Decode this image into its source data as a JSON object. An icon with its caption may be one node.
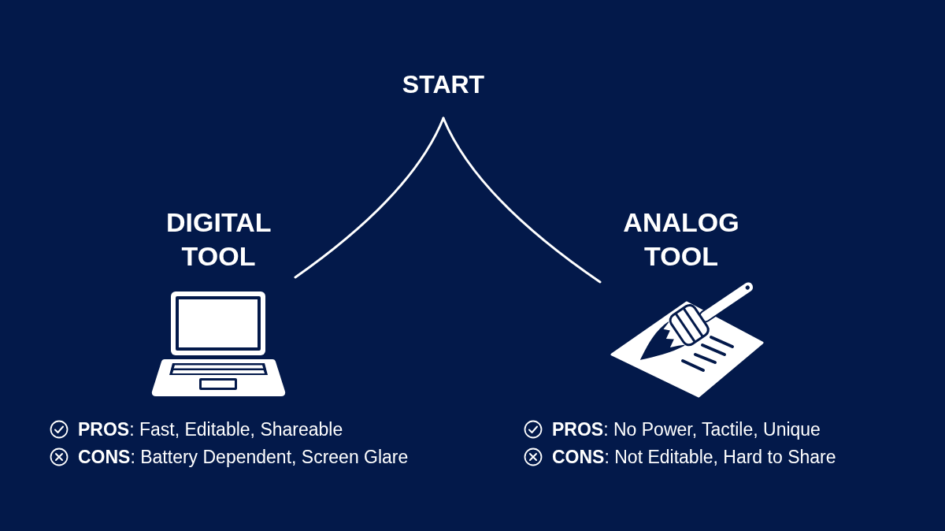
{
  "diagram": {
    "nodes": [
      {
        "text": [
          "START"
        ]
      },
      {
        "text": [
          "DIGITAL TOOL"
        ],
        "beside": [
          "**PROS**: Fast, Editable, Shareable",
          "**CONS**: Battery Dependent, Screen Glare"
        ]
      },
      {
        "text": [
          "ANALOG TOOL"
        ],
        "beside": [
          "**PROS**: No Power, Tactile, Unique",
          "**CONS**: Not Editable, Hard to Share"
        ]
      }
    ],
    "edges": [
      {
        "from": 0,
        "to": 1,
        "arrow": "none"
      },
      {
        "from": 0,
        "to": 2,
        "arrow": "none"
      }
    ]
  }
}
